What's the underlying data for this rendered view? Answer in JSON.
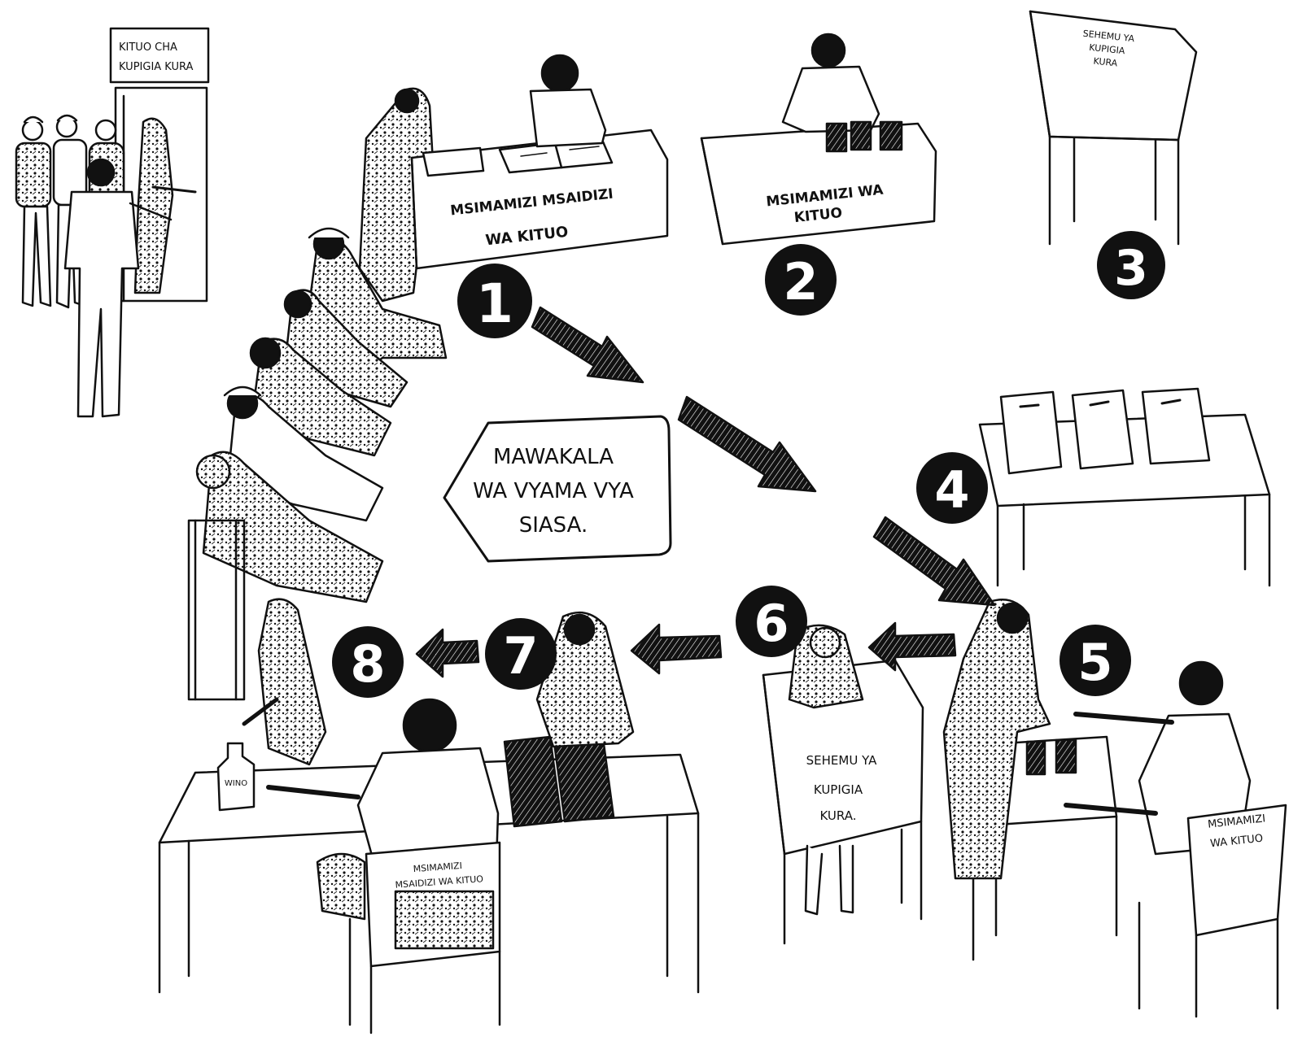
{
  "signs": {
    "entrance": [
      "KITUO CHA",
      "KUPIGIA KURA"
    ],
    "desk_1": [
      "MSIMAMIZI MSAIDIZI",
      "WA KITUO"
    ],
    "desk_2": [
      "MSIMAMIZI WA",
      "KITUO"
    ],
    "booth_3": [
      "SEHEMU YA",
      "KUPIGIA",
      "KURA"
    ],
    "agents": [
      "MAWAKALA",
      "WA VYAMA VYA",
      "SIASA."
    ],
    "booth_6": [
      "SEHEMU YA",
      "KUPIGIA",
      "KURA."
    ],
    "chair_5": [
      "MSIMAMIZI",
      "WA KITUO"
    ],
    "chair_8": [
      "MSIMAMIZI",
      "MSAIDIZI WA KITUO"
    ],
    "ink_bottle": "WINO"
  },
  "steps": [
    "1",
    "2",
    "3",
    "4",
    "5",
    "6",
    "7",
    "8"
  ],
  "colors": {
    "ink": "#111111",
    "paper": "#ffffff",
    "badge": "#111111"
  }
}
